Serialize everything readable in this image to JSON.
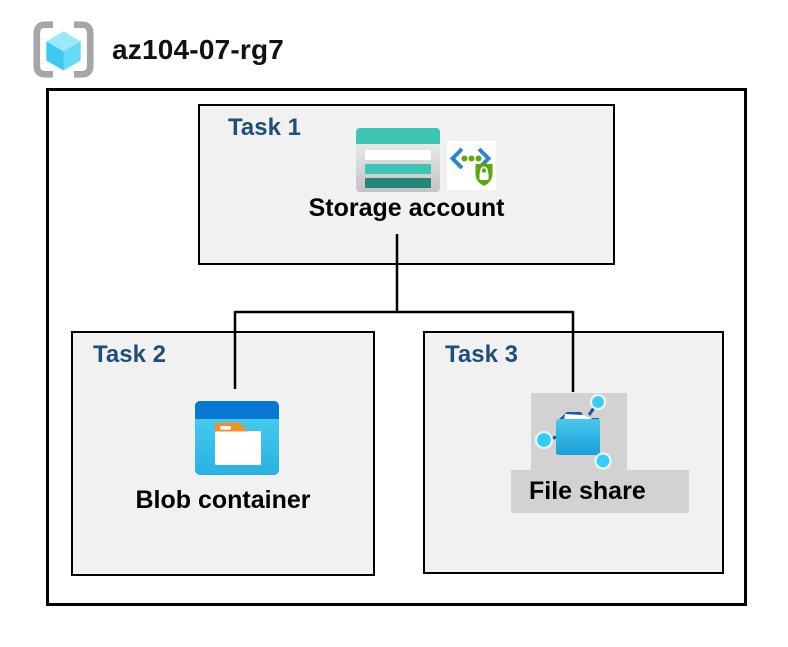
{
  "diagram": {
    "resource_group": {
      "name": "az104-07-rg7",
      "icon": "resource-group-icon"
    },
    "tasks": [
      {
        "label": "Task 1",
        "item": "Storage account",
        "icons": [
          "storage-account-icon",
          "secure-endpoint-badge-icon"
        ]
      },
      {
        "label": "Task 2",
        "item": "Blob container",
        "icons": [
          "blob-container-icon"
        ]
      },
      {
        "label": "Task 3",
        "item": "File share",
        "icons": [
          "file-share-icon"
        ]
      }
    ],
    "connections": [
      {
        "from": "Storage account",
        "to": "Blob container"
      },
      {
        "from": "Storage account",
        "to": "File share"
      }
    ],
    "colors": {
      "task_label_navy": "#1f4e79",
      "task_box_fill": "#f1f1f1",
      "border_black": "#000000",
      "storage_teal": "#3ec6b4",
      "storage_dark_teal": "#26857a",
      "blob_bar_blue": "#0878d4",
      "blob_body_cyan": "#35c3ea",
      "tab_orange": "#f2912c",
      "file_share_highlight_gray": "#d2d2d2",
      "share_node_cyan": "#35cdf8",
      "share_line_navy": "#1d56a5",
      "shield_green": "#5aa60e",
      "chevron_blue": "#2f85cc",
      "bracket_gray": "#a6a6a6",
      "cube_top_cyan": "#9ae8f9",
      "cube_left_cyan": "#3ec9f0",
      "cube_right_cyan": "#67daf5"
    }
  }
}
